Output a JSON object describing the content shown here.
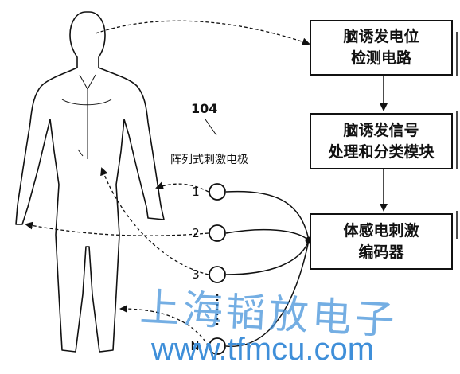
{
  "boxes": {
    "detect": {
      "line1": "脑诱发电位",
      "line2": "检测电路"
    },
    "process": {
      "line1": "脑诱发信号",
      "line2": "处理和分类模块"
    },
    "encoder": {
      "line1": "体感电刺激",
      "line2": "编码器"
    }
  },
  "callout": {
    "number": "104",
    "caption": "阵列式刺激电极"
  },
  "electrodes": [
    "1",
    "2",
    "3",
    "N"
  ],
  "watermark": {
    "cn": "上海韬放电子",
    "url": "www.tfmcu.com",
    "color": "#3f8fd9"
  }
}
